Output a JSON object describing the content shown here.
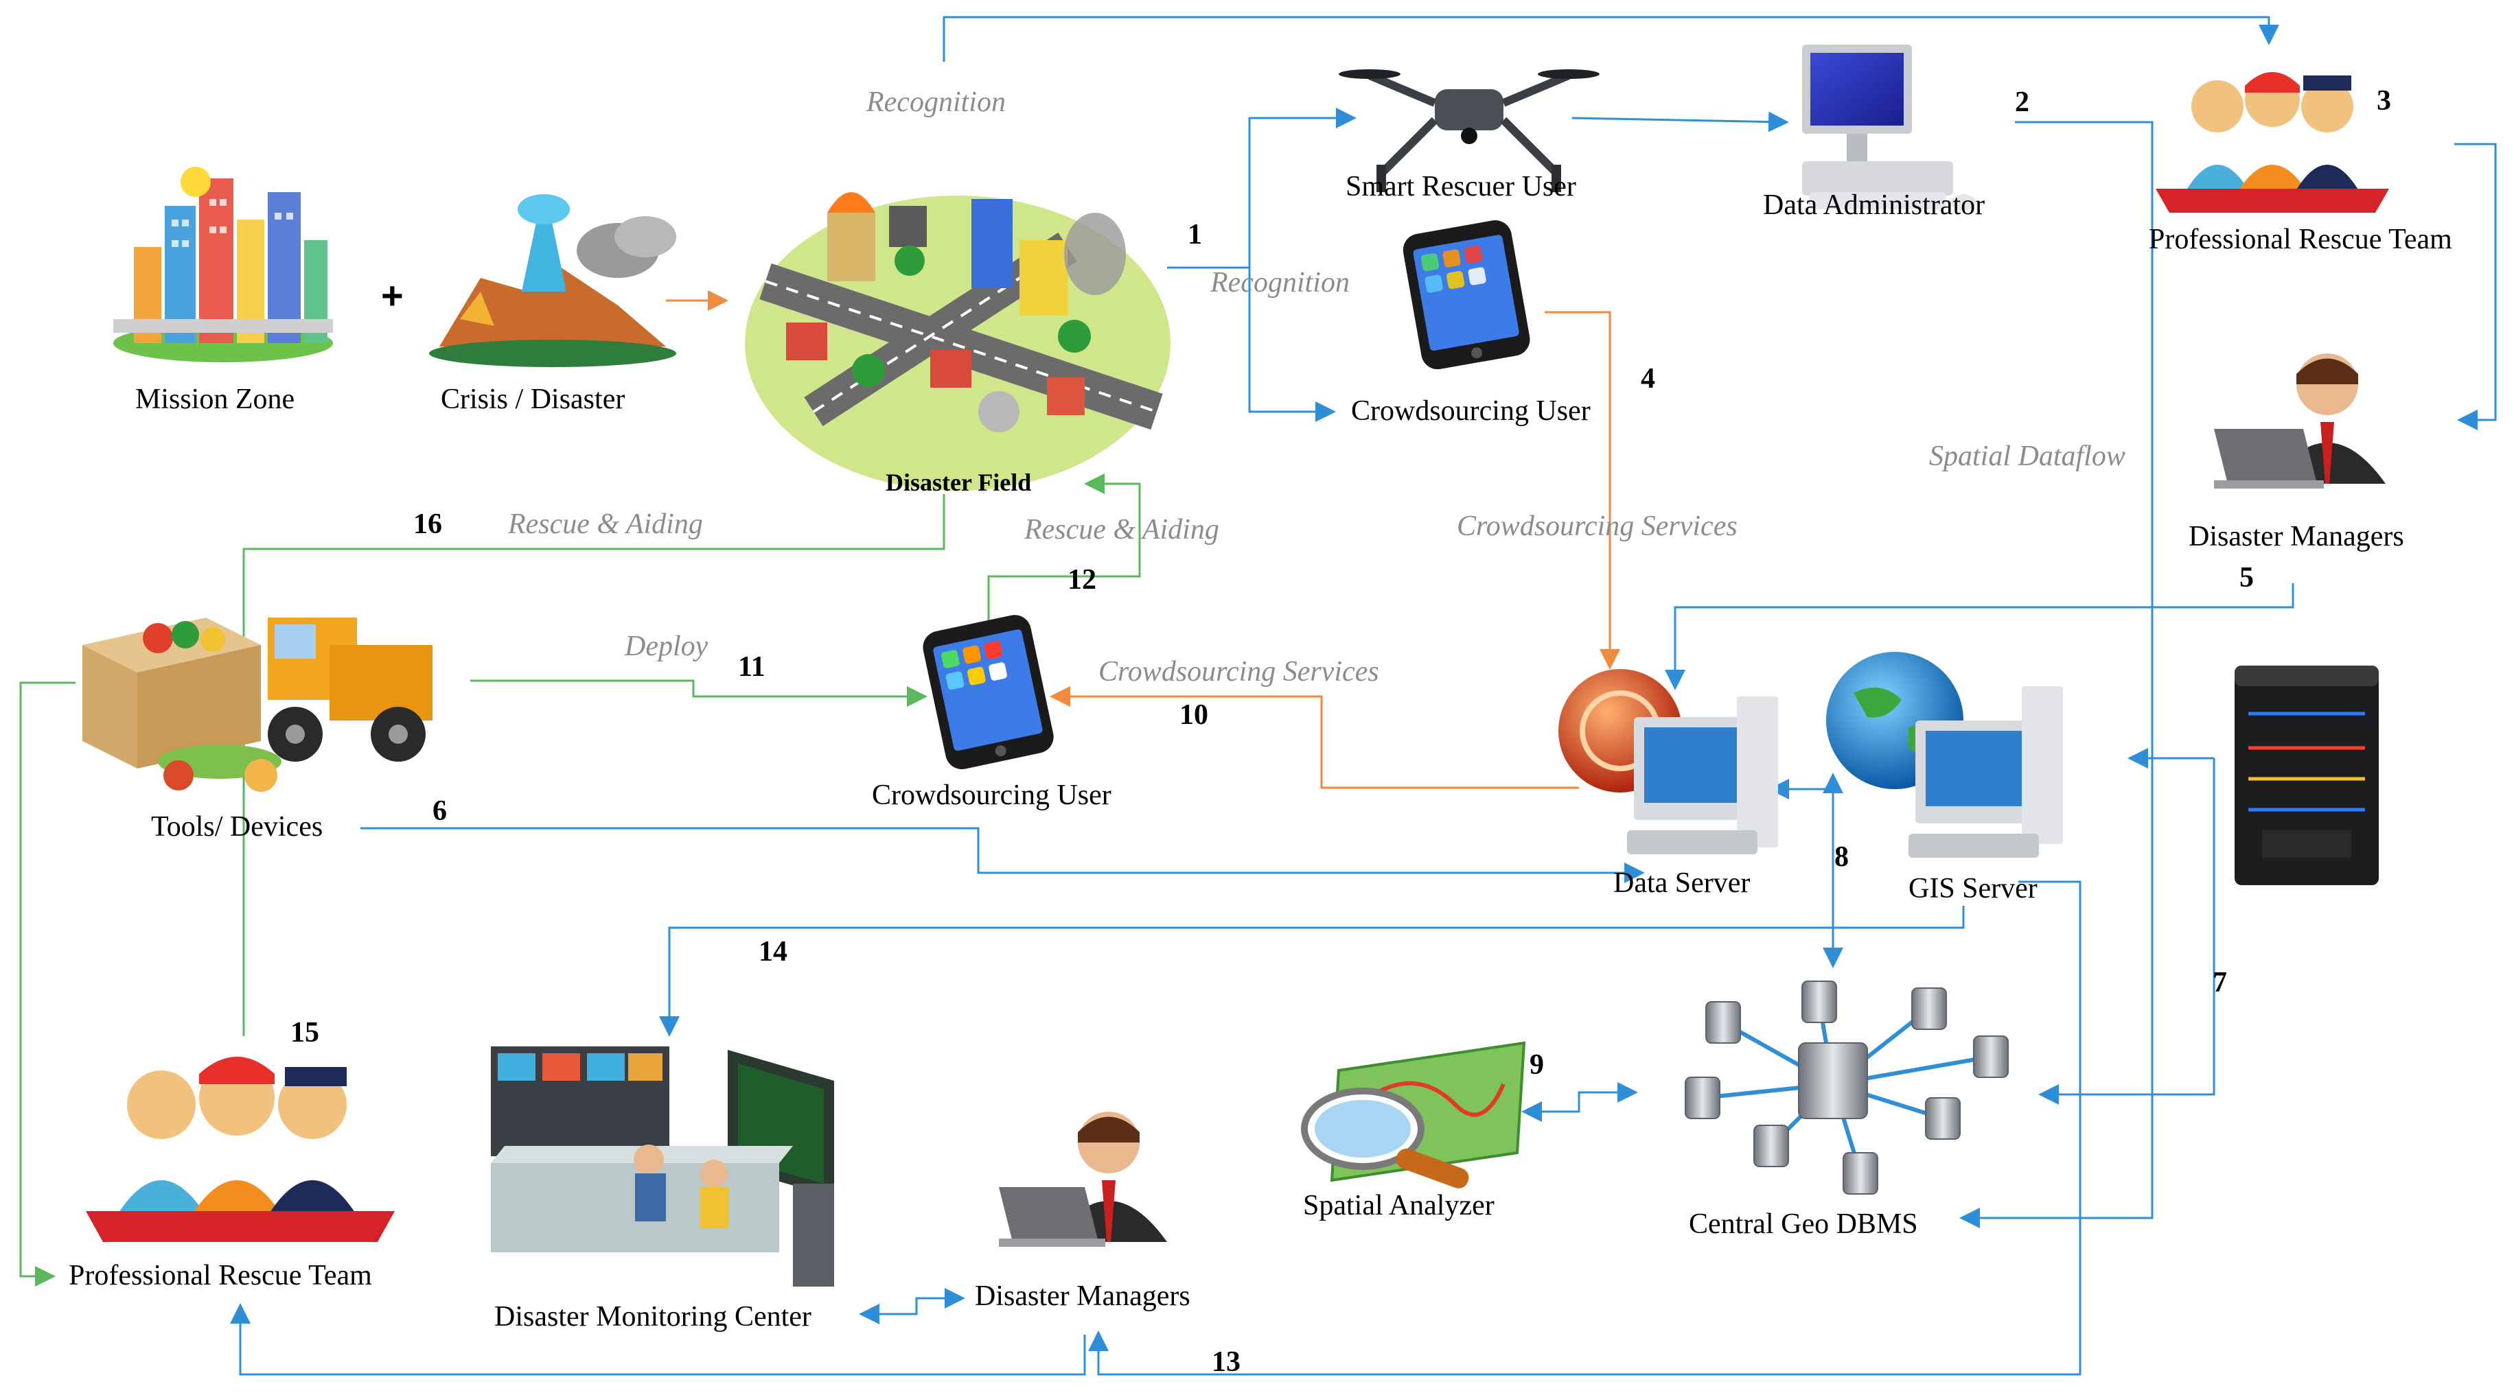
{
  "labels": {
    "mission_zone": "Mission Zone",
    "plus": "+",
    "crisis_disaster": "Crisis / Disaster",
    "disaster_field": "Disaster Field",
    "smart_rescuer_user": "Smart Rescuer User",
    "crowdsourcing_user_top": "Crowdsourcing User",
    "data_administrator": "Data Administrator",
    "professional_rescue_team_top": "Professional Rescue Team",
    "disaster_managers_right": "Disaster Managers",
    "tools_devices": "Tools/ Devices",
    "crowdsourcing_user_mid": "Crowdsourcing User",
    "data_server": "Data Server",
    "gis_server": "GIS Server",
    "professional_rescue_team_bottom": "Professional Rescue Team",
    "disaster_monitoring_center": "Disaster Monitoring Center",
    "disaster_managers_bottom": "Disaster Managers",
    "spatial_analyzer": "Spatial Analyzer",
    "central_geo_dbms": "Central Geo DBMS"
  },
  "flow_labels": {
    "recognition_top": "Recognition",
    "recognition_mid": "Recognition",
    "spatial_dataflow": "Spatial Dataflow",
    "crowdsourcing_services_top": "Crowdsourcing Services",
    "crowdsourcing_services_mid": "Crowdsourcing Services",
    "rescue_aiding_left": "Rescue & Aiding",
    "rescue_aiding_right": "Rescue & Aiding",
    "deploy": "Deploy"
  },
  "step_numbers": {
    "n1": "1",
    "n2": "2",
    "n3": "3",
    "n4": "4",
    "n5": "5",
    "n6": "6",
    "n7": "7",
    "n8": "8",
    "n9": "9",
    "n10": "10",
    "n11": "11",
    "n12": "12",
    "n13": "13",
    "n14": "14",
    "n15": "15",
    "n16": "16"
  },
  "icons": {
    "city": "city-skyline-icon",
    "disaster": "volcano-icon",
    "field": "disaster-field-map-icon",
    "drone": "drone-icon",
    "phone": "smartphone-icon",
    "computer": "desktop-computer-icon",
    "team": "rescue-team-icon",
    "manager": "manager-laptop-icon",
    "tools": "supply-box-truck-icon",
    "server_rack": "server-rack-icon",
    "data_server": "data-server-icon",
    "gis_server": "gis-server-icon",
    "monitoring": "control-room-icon",
    "analyzer": "map-magnifier-icon",
    "dbms": "database-network-icon"
  },
  "colors": {
    "blue_flow": "#2e8fd8",
    "orange_flow": "#f08a3c",
    "green_flow": "#5cb85c",
    "gray_text": "#8c8c8c"
  }
}
